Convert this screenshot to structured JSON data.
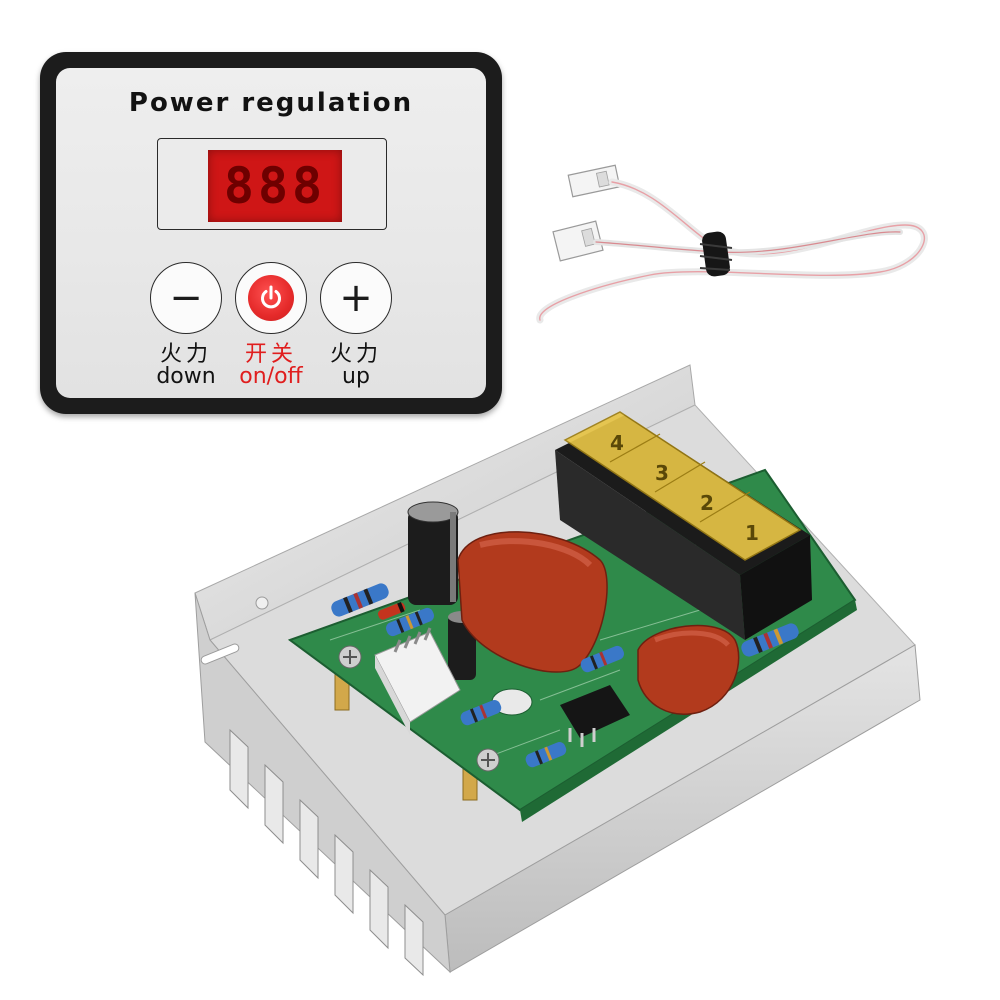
{
  "panel": {
    "title": "Power regulation",
    "display_value": "888",
    "buttons": {
      "down": {
        "symbol": "−",
        "label_cn": "火力",
        "label_en": "down"
      },
      "power": {
        "label_cn": "开关",
        "label_en": "on/off"
      },
      "up": {
        "symbol": "+",
        "label_cn": "火力",
        "label_en": "up"
      }
    }
  },
  "terminal_block": {
    "numbers": [
      "1",
      "2",
      "3",
      "4"
    ]
  },
  "colors": {
    "panel_bezel": "#1c1c1c",
    "panel_face": "#eeeeee",
    "led_red": "#cf1616",
    "power_red": "#e52a2a",
    "pcb_green": "#2f8a4a",
    "heatsink": "#d6d6d6",
    "capacitor": "#b23a1d",
    "terminal_yellow": "#e6c446"
  },
  "icons": {
    "down_button": "minus-icon",
    "power_button": "power-icon",
    "up_button": "plus-icon"
  }
}
